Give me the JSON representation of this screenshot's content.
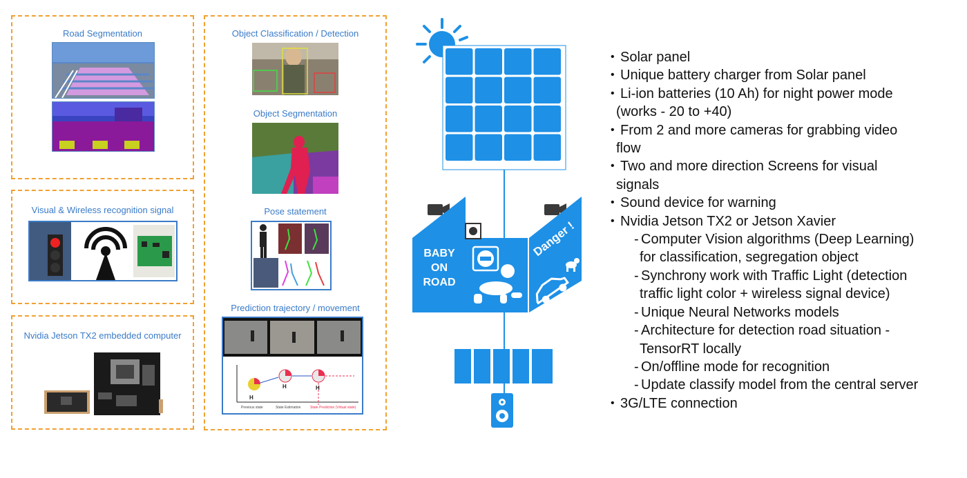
{
  "panels": {
    "road_segmentation": "Road Segmentation",
    "visual_wireless": "Visual & Wireless recognition signal",
    "jetson": "Nvidia Jetson TX2 embedded computer",
    "object_classification": "Object Classification / Detection",
    "object_segmentation": "Object Segmentation",
    "pose": "Pose statement",
    "prediction": "Prediction trajectory / movement"
  },
  "prediction_figure": {
    "labels": [
      "H",
      "H",
      "H"
    ],
    "captions": [
      "Previous state",
      "State Estimation",
      "State Prediction (Virtual state)"
    ]
  },
  "device": {
    "sign_text_1": "BABY",
    "sign_text_2": "ON",
    "sign_text_3": "ROAD",
    "side_text": "Danger !"
  },
  "features": {
    "items": [
      "Solar panel",
      "Unique battery charger from Solar panel",
      "Li-ion batteries (10 Ah) for night power mode",
      "(works - 20 to +40)",
      "From 2 and more cameras for grabbing video",
      "flow",
      "Two and more direction Screens for visual",
      "signals",
      "Sound device for warning",
      "Nvidia Jetson TX2 or Jetson Xavier"
    ],
    "subitems": [
      "Computer Vision algorithms (Deep Learning)",
      "for classification, segregation object",
      "Synchrony work with Traffic Light (detection",
      "traffic light color + wireless signal device)",
      "Unique Neural Networks models",
      "Architecture for detection road situation -",
      "TensorRT locally",
      "On/offline mode for recognition",
      "Update classify model from the central server"
    ],
    "last": "3G/LTE connection"
  },
  "colors": {
    "accent": "#1e90e6",
    "dash": "#f0a030",
    "title": "#3a7bc8"
  }
}
